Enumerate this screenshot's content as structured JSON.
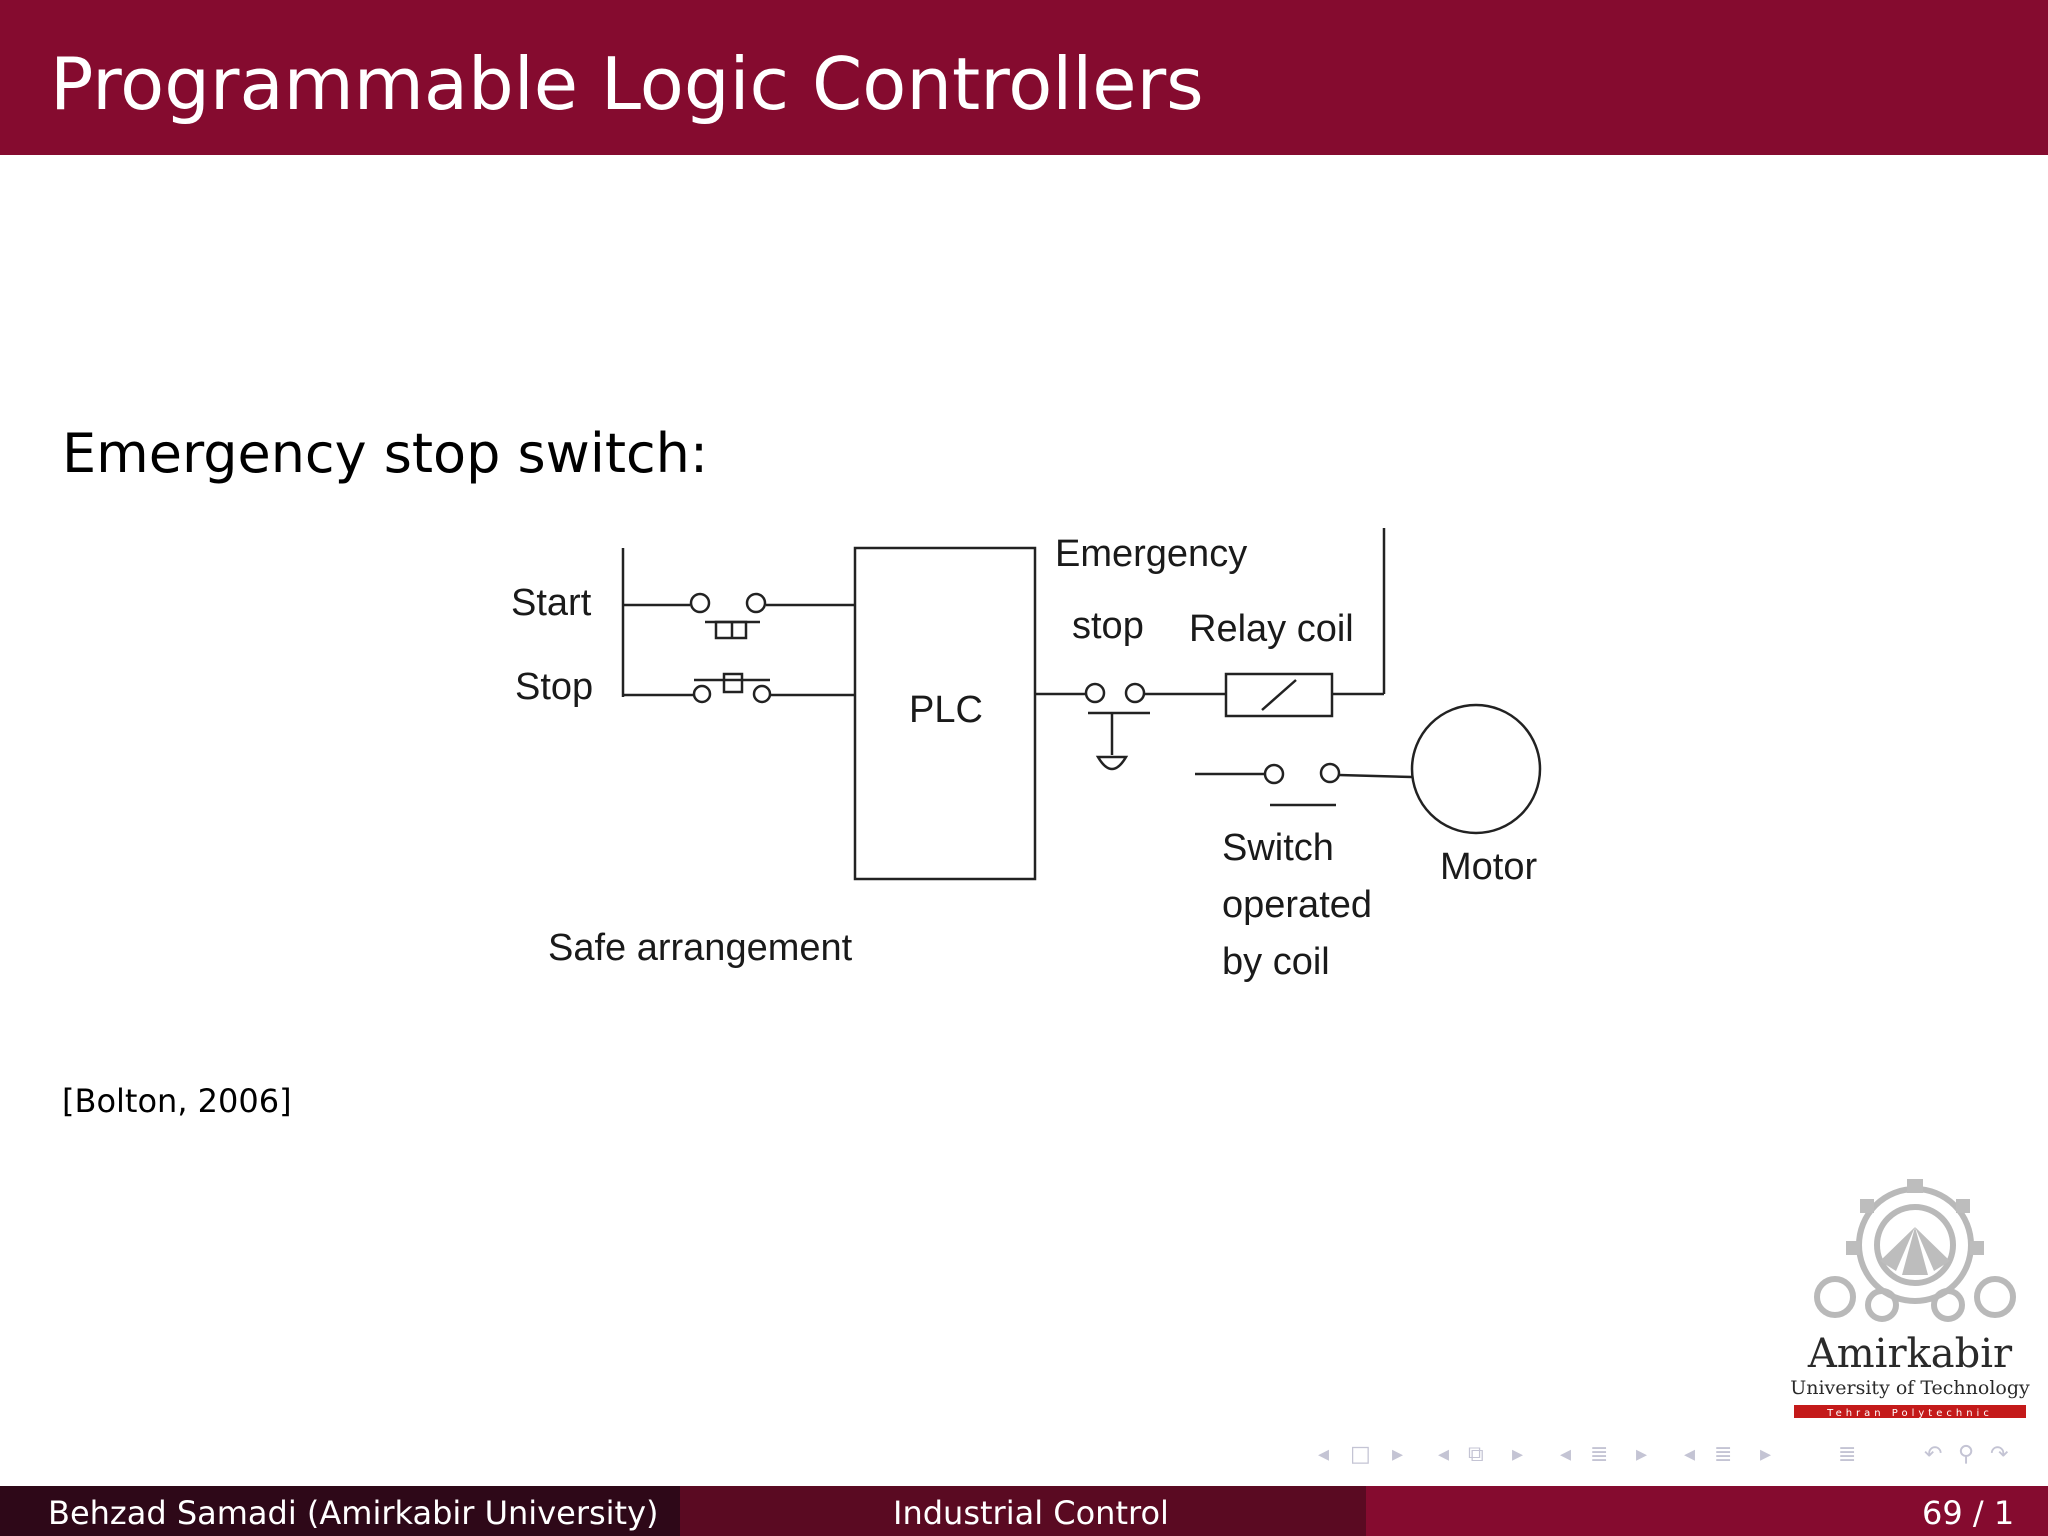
{
  "slide": {
    "title": "Programmable Logic Controllers",
    "heading": "Emergency stop switch:",
    "citation": "[Bolton, 2006]"
  },
  "diagram": {
    "start_label": "Start",
    "stop_label": "Stop",
    "plc_label": "PLC",
    "emergency_label": "Emergency",
    "stop2_label": "stop",
    "relay_coil_label": "Relay coil",
    "switch_label_1": "Switch",
    "switch_label_2": "operated",
    "switch_label_3": "by coil",
    "motor_label": "Motor",
    "safe_label": "Safe arrangement"
  },
  "logo": {
    "name": "Amirkabir",
    "subtitle": "University of Technology",
    "tagline": "Tehran Polytechnic"
  },
  "footer": {
    "author": "Behzad Samadi  (Amirkabir University)",
    "course": "Industrial Control",
    "page": "69 / 1"
  },
  "colors": {
    "brand": "#850b2f",
    "footer_dark": "#2e0818",
    "footer_mid": "#5a0a22"
  }
}
